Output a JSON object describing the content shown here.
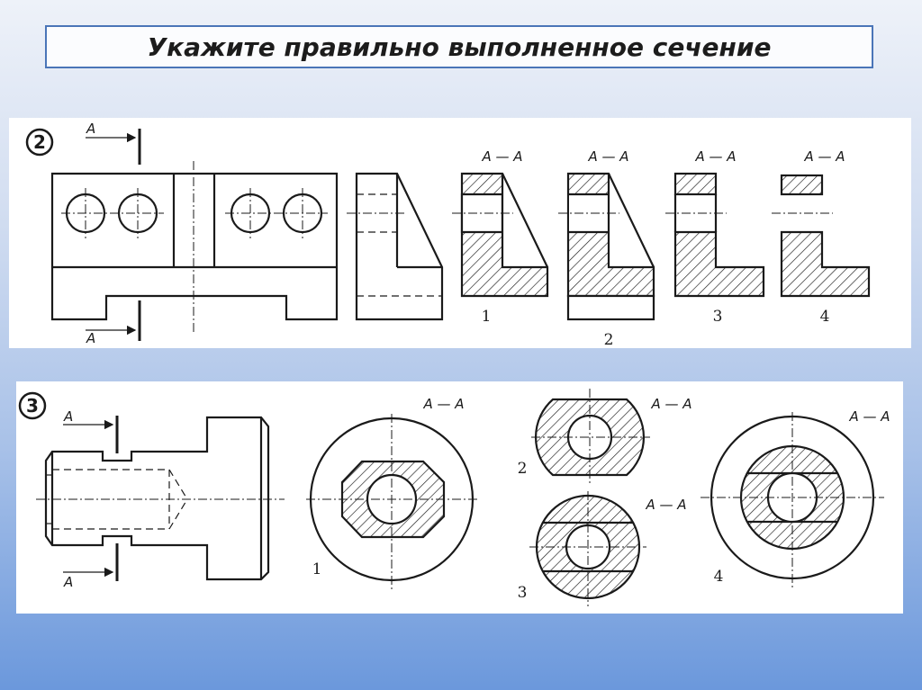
{
  "slide": {
    "title": "Укажите правильно выполненное сечение"
  },
  "task2": {
    "number": "2",
    "cut_label": "A",
    "section_label": "A — A",
    "options": [
      "1",
      "2",
      "3",
      "4"
    ]
  },
  "task3": {
    "number": "3",
    "cut_label": "A",
    "section_label": "A — A",
    "options": [
      "1",
      "2",
      "3",
      "4"
    ]
  },
  "colors": {
    "line": "#1a1a1a",
    "title_border": "#4a75b8",
    "panel": "#ffffff"
  }
}
